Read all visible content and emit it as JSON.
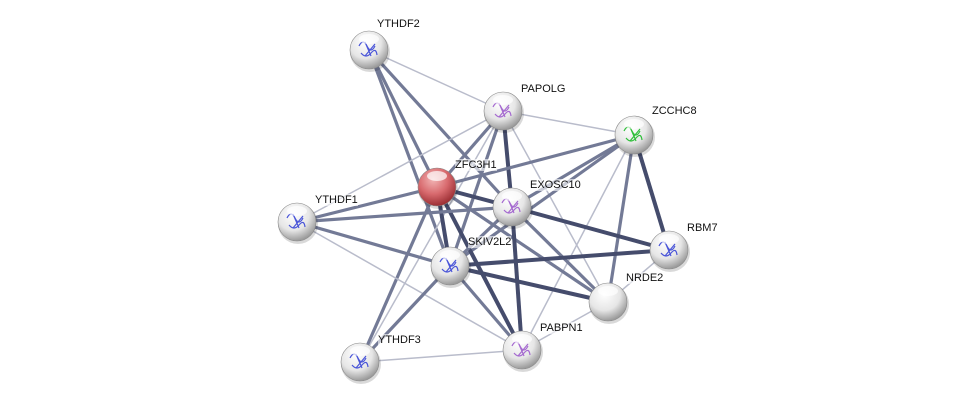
{
  "network": {
    "query_color": "#c94a4f",
    "nodes": [
      {
        "id": "YTHDF2",
        "label": "YTHDF2",
        "structure": "blue",
        "query": false
      },
      {
        "id": "PAPOLG",
        "label": "PAPOLG",
        "structure": "purple",
        "query": false
      },
      {
        "id": "ZCCHC8",
        "label": "ZCCHC8",
        "structure": "green",
        "query": false
      },
      {
        "id": "ZFC3H1",
        "label": "ZFC3H1",
        "structure": "none",
        "query": true
      },
      {
        "id": "EXOSC10",
        "label": "EXOSC10",
        "structure": "purple",
        "query": false
      },
      {
        "id": "YTHDF1",
        "label": "YTHDF1",
        "structure": "blue",
        "query": false
      },
      {
        "id": "SKIV2L2",
        "label": "SKIV2L2",
        "structure": "blue",
        "query": false
      },
      {
        "id": "RBM7",
        "label": "RBM7",
        "structure": "blue",
        "query": false
      },
      {
        "id": "NRDE2",
        "label": "NRDE2",
        "structure": "none",
        "query": false
      },
      {
        "id": "PABPN1",
        "label": "PABPN1",
        "structure": "purple",
        "query": false
      },
      {
        "id": "YTHDF3",
        "label": "YTHDF3",
        "structure": "blue",
        "query": false
      }
    ],
    "edges": [
      [
        "YTHDF2",
        "PAPOLG",
        1
      ],
      [
        "YTHDF2",
        "ZFC3H1",
        2
      ],
      [
        "YTHDF2",
        "SKIV2L2",
        2
      ],
      [
        "YTHDF2",
        "EXOSC10",
        2
      ],
      [
        "PAPOLG",
        "YTHDF1",
        1
      ],
      [
        "PAPOLG",
        "ZCCHC8",
        1
      ],
      [
        "PAPOLG",
        "ZFC3H1",
        2
      ],
      [
        "PAPOLG",
        "EXOSC10",
        3
      ],
      [
        "PAPOLG",
        "SKIV2L2",
        2
      ],
      [
        "PAPOLG",
        "NRDE2",
        1
      ],
      [
        "PAPOLG",
        "YTHDF3",
        1
      ],
      [
        "ZCCHC8",
        "ZFC3H1",
        2
      ],
      [
        "ZCCHC8",
        "EXOSC10",
        2
      ],
      [
        "ZCCHC8",
        "SKIV2L2",
        2
      ],
      [
        "ZCCHC8",
        "RBM7",
        3
      ],
      [
        "ZCCHC8",
        "NRDE2",
        2
      ],
      [
        "ZCCHC8",
        "PABPN1",
        1
      ],
      [
        "ZFC3H1",
        "YTHDF1",
        2
      ],
      [
        "ZFC3H1",
        "EXOSC10",
        3
      ],
      [
        "ZFC3H1",
        "SKIV2L2",
        3
      ],
      [
        "ZFC3H1",
        "NRDE2",
        2
      ],
      [
        "ZFC3H1",
        "PABPN1",
        3
      ],
      [
        "ZFC3H1",
        "YTHDF3",
        2
      ],
      [
        "EXOSC10",
        "YTHDF1",
        2
      ],
      [
        "EXOSC10",
        "SKIV2L2",
        2
      ],
      [
        "EXOSC10",
        "PABPN1",
        3
      ],
      [
        "EXOSC10",
        "NRDE2",
        2
      ],
      [
        "EXOSC10",
        "RBM7",
        3
      ],
      [
        "YTHDF1",
        "SKIV2L2",
        2
      ],
      [
        "YTHDF1",
        "PABPN1",
        1
      ],
      [
        "SKIV2L2",
        "RBM7",
        3
      ],
      [
        "SKIV2L2",
        "NRDE2",
        3
      ],
      [
        "SKIV2L2",
        "PABPN1",
        2
      ],
      [
        "SKIV2L2",
        "YTHDF3",
        2
      ],
      [
        "RBM7",
        "NRDE2",
        1
      ],
      [
        "NRDE2",
        "PABPN1",
        1
      ],
      [
        "PABPN1",
        "YTHDF3",
        1
      ]
    ]
  }
}
